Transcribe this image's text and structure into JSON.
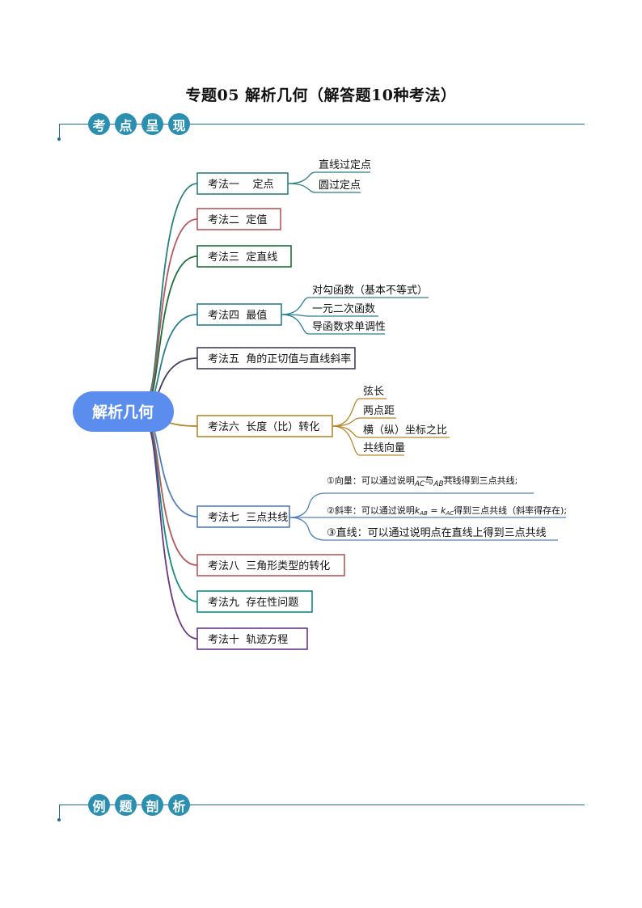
{
  "title": "专题05  解析几何（解答题10种考法）",
  "section1": [
    "考",
    "点",
    "呈",
    "现"
  ],
  "section2": [
    "例",
    "题",
    "剖",
    "析"
  ],
  "center": "解析几何",
  "methods": [
    {
      "label": "考法一    定点",
      "color": "#2a7f7f",
      "subs": [
        "直线过定点",
        "圆过定点"
      ]
    },
    {
      "label": "考法二  定值",
      "color": "#b5585a",
      "subs": []
    },
    {
      "label": "考法三  定直线",
      "color": "#1a6e3a",
      "subs": []
    },
    {
      "label": "考法四  最值",
      "color": "#2a7f8f",
      "subs": [
        "对勾函数（基本不等式）",
        "一元二次函数",
        "导函数求单调性"
      ]
    },
    {
      "label": "考法五  角的正切值与直线斜率",
      "color": "#3f3f5f",
      "subs": []
    },
    {
      "label": "考法六  长度（比）转化",
      "color": "#b8862b",
      "subs": [
        "弦长",
        "两点距",
        "横（纵）坐标之比",
        "共线向量"
      ]
    },
    {
      "label": "考法七  三点共线",
      "color": "#4f7fbf",
      "subs": []
    },
    {
      "label": "考法八  三角形类型的转化",
      "color": "#b5585a",
      "subs": []
    },
    {
      "label": "考法九  存在性问题",
      "color": "#138a82",
      "subs": []
    },
    {
      "label": "考法十  轨迹方程",
      "color": "#6a3585",
      "subs": []
    }
  ],
  "method7_subs": {
    "s1_a": "①向量：可以通过说明",
    "s1_v1": "AC",
    "s1_mid": "与",
    "s1_v2": "AB",
    "s1_b": "共线得到三点共线;",
    "s2_a": "②斜率：可以通过说明",
    "s2_k": "k",
    "s2_ab": "AB",
    "s2_eq": " = ",
    "s2_ac": "AC",
    "s2_b": "得到三点共线（斜率得存在);",
    "s3": "③直线：可以通过说明点在直线上得到三点共线"
  }
}
